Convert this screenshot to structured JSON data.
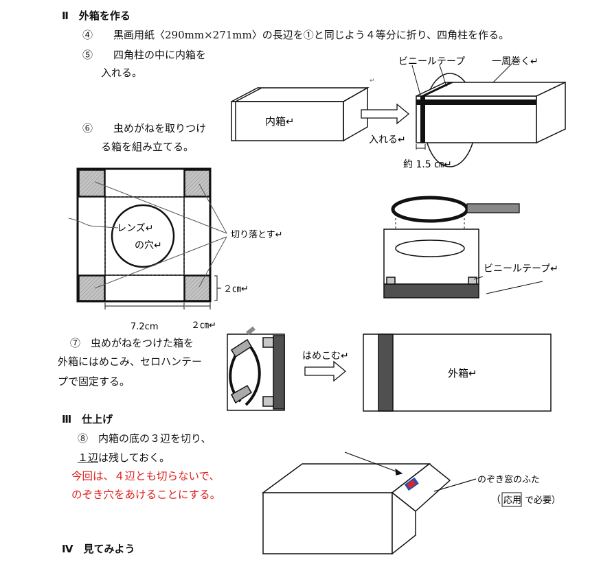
{
  "section2": {
    "heading": "Ⅱ　外箱を作る",
    "step4": "④　　黒画用紙〈290mm×271mm〉の長辺を①と同じよう４等分に折り、四角柱を作る。",
    "step5_line1": "⑤　　四角柱の中に内箱を",
    "step5_line2": "入れる。",
    "step6_line1": "⑥　　虫めがねを取りつけ",
    "step6_line2": "る箱を組み立てる。"
  },
  "fig_insert": {
    "inner_box": "内箱↵",
    "insert": "入れる↵",
    "vinyl_tape": "ビニールテープ",
    "wrap_once": "一周巻く↵",
    "about": "約 1.5 ㎝↵",
    "return_mark": "↵"
  },
  "fig_board": {
    "lens_hole_1": "レンズ↵",
    "lens_hole_2": "の穴↵",
    "cut_off": "切り落とす↵",
    "dim_2cm_right": "２㎝↵",
    "dim_72": "7.2cm",
    "dim_2cm_bottom": "２㎝↵"
  },
  "fig_loupe": {
    "vinyl_tape": "ビニールテープ↵"
  },
  "step7": {
    "line1": "⑦　虫めがねをつけた箱を",
    "line2": "外箱にはめこみ、セロハンテー",
    "line3": "プで固定する。"
  },
  "fig_fit": {
    "fit_in": "はめこむ↵",
    "outer_box": "外箱↵"
  },
  "section3": {
    "heading": "Ⅲ　仕上げ",
    "step8_line1": "⑧　内箱の底の３辺を切り、",
    "step8_line2_u": "１辺",
    "step8_line2_rest": "は残しておく。",
    "note_line1": "今回は、４辺とも切らないで、",
    "note_line2": "のぞき穴をあけることにする。"
  },
  "fig_final": {
    "lid_label": "のぞき窓のふた",
    "paren_open": "（",
    "applied": "応用",
    "needed": "で必要）"
  },
  "section4": {
    "heading": "Ⅳ　見てみよう"
  },
  "colors": {
    "red_note": "#e0201c",
    "hatch_gray": "#b9b9b9",
    "dark_band": "#505050",
    "window_red": "#d8262a",
    "window_blue": "#2a4fa8"
  }
}
